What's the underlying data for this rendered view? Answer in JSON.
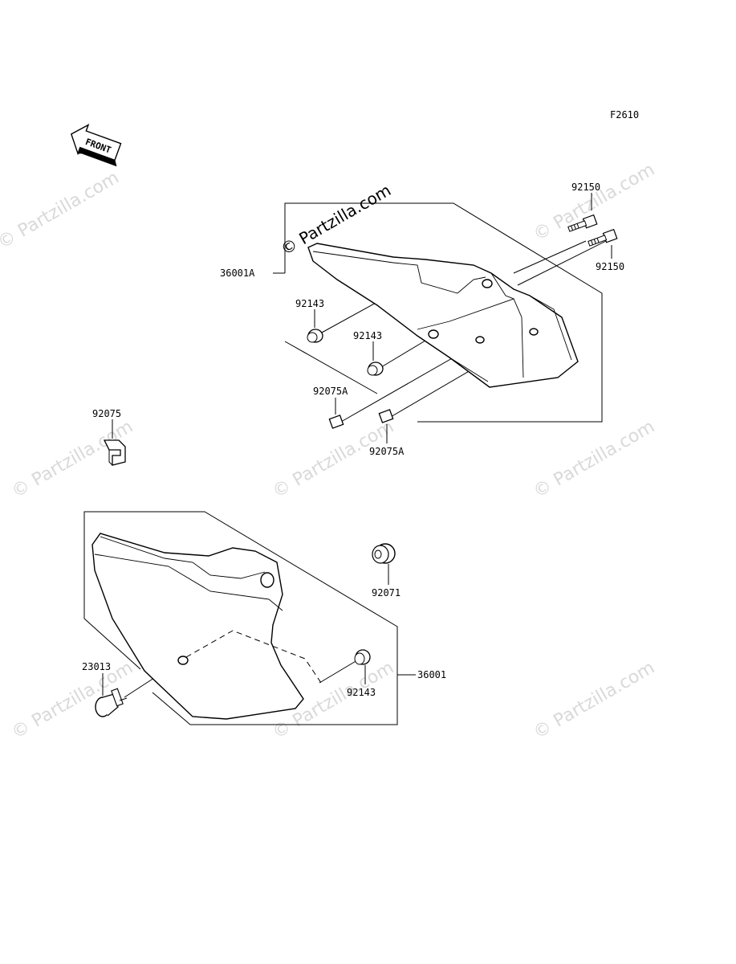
{
  "figure_code": "F2610",
  "front_arrow_text": "FRONT",
  "watermark_text": "© Partzilla.com",
  "callouts": {
    "upper_cover": "36001A",
    "bolt_a": "92150",
    "bolt_b": "92150",
    "grommet_a": "92143",
    "grommet_b": "92143",
    "collar_a": "92075A",
    "collar_b": "92075A",
    "clip": "92075",
    "grommet_lower": "92071",
    "lower_cover": "36001",
    "grommet_c": "92143",
    "screw": "23013"
  }
}
